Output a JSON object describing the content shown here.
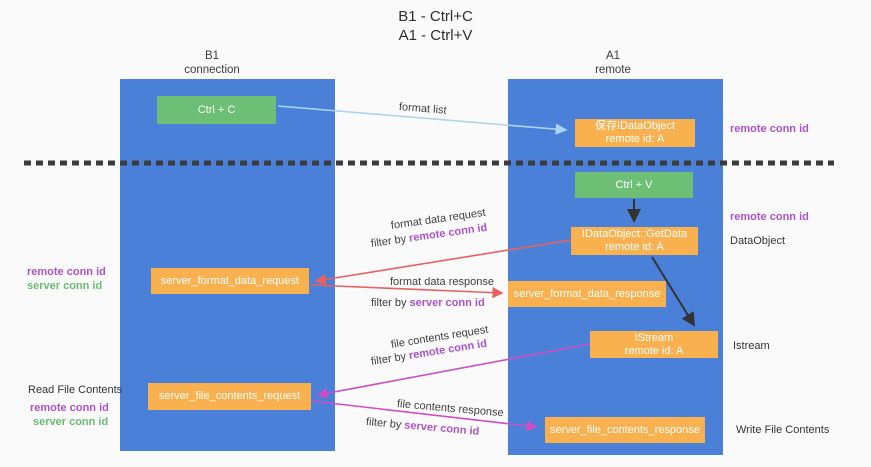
{
  "title": {
    "line1": "B1 - Ctrl+C",
    "line2": "A1 - Ctrl+V"
  },
  "lifelines": {
    "b1": {
      "name": "B1",
      "role": "connection"
    },
    "a1": {
      "name": "A1",
      "role": "remote"
    }
  },
  "nodes": {
    "ctrl_c": {
      "label": "Ctrl + C"
    },
    "store_dataobject": {
      "line1": "保存IDataObject",
      "line2": "remote id: A"
    },
    "ctrl_v": {
      "label": "Ctrl + V"
    },
    "getdata": {
      "line1": "IDataObject::GetData",
      "line2": "remote id: A"
    },
    "server_format_data_request": {
      "label": "server_format_data_request"
    },
    "server_format_data_response": {
      "label": "server_format_data_response"
    },
    "istream": {
      "line1": "IStream",
      "line2": "remote id: A"
    },
    "server_file_contents_request": {
      "label": "server_file_contents_request"
    },
    "server_file_contents_response": {
      "label": "server_file_contents_response"
    }
  },
  "edges": {
    "format_list": {
      "label": "format list"
    },
    "format_data_request": {
      "label": "format data request",
      "filter_prefix": "filter by",
      "filter_key": "remote conn id"
    },
    "format_data_response": {
      "label": "format data response",
      "filter_prefix": "filter by",
      "filter_key": "server conn id"
    },
    "file_contents_request": {
      "label": "file contents request",
      "filter_prefix": "filter by",
      "filter_key": "remote conn id"
    },
    "file_contents_response": {
      "label": "file contents response",
      "filter_prefix": "filter by",
      "filter_key": "server conn id"
    }
  },
  "margin_labels": {
    "right": [
      {
        "text": "remote conn id"
      },
      {
        "text": "remote conn id"
      },
      {
        "text": "DataObject"
      },
      {
        "text": "Istream"
      },
      {
        "text": "Write File Contents"
      }
    ],
    "left": [
      {
        "text": "remote conn id"
      },
      {
        "text": "server conn id"
      },
      {
        "text": "Read File Contents"
      },
      {
        "text": "remote conn id"
      },
      {
        "text": "server conn id"
      }
    ]
  },
  "colors": {
    "lifeline_blue": "#4a80d8",
    "box_green": "#6cbf74",
    "box_orange": "#f9b04e",
    "arrow_light_blue": "#aad4f0",
    "arrow_red": "#e9615e",
    "arrow_magenta": "#cb50c5",
    "arrow_black": "#333333",
    "text_purple": "#ab53cb",
    "text_green": "#69bd72",
    "divider_black": "#3b3b3b"
  }
}
